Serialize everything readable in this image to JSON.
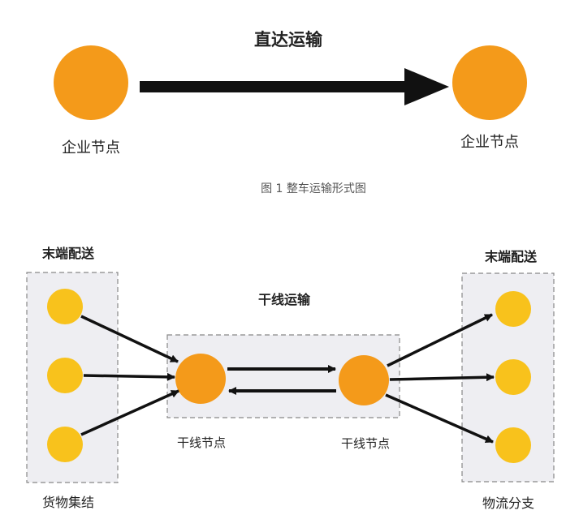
{
  "figure1": {
    "title": "直达运输",
    "left_node_label": "企业节点",
    "right_node_label": "企业节点",
    "caption": "图 1 整车运输形式图"
  },
  "figure2": {
    "left_box_title": "末端配送",
    "right_box_title": "末端配送",
    "trunk_title": "干线运输",
    "left_hub_label": "干线节点",
    "right_hub_label": "干线节点",
    "left_box_caption": "货物集结",
    "right_box_caption": "物流分支"
  },
  "colors": {
    "node_orange": "#F49A1A",
    "node_yellow": "#F8C21C",
    "arrow": "#111111",
    "box_fill": "#EEEEF2",
    "box_border": "#888888"
  }
}
